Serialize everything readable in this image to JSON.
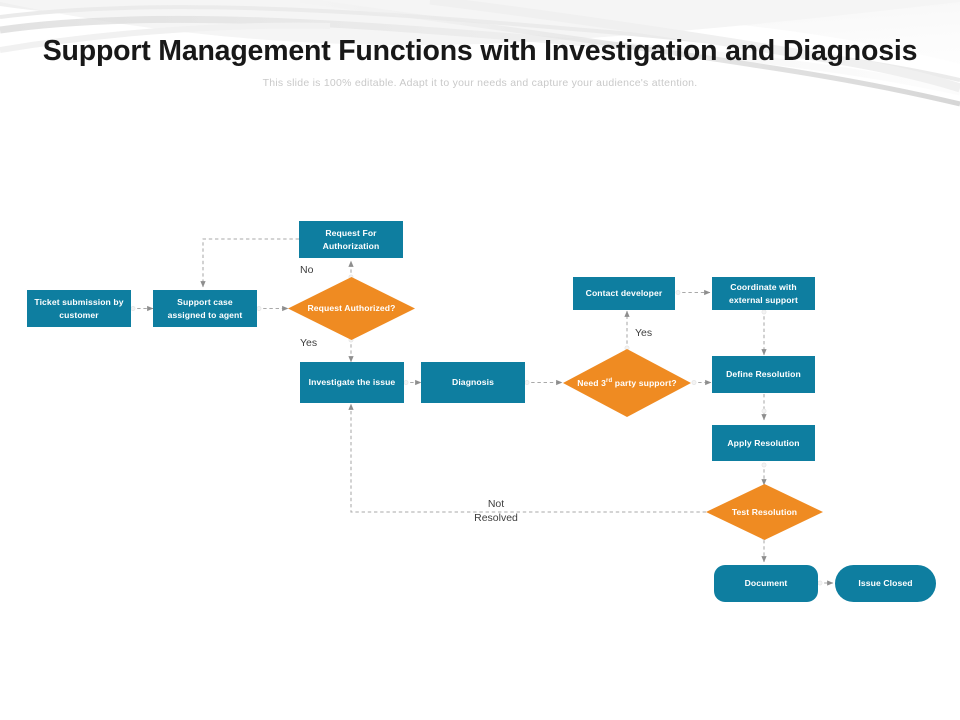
{
  "slide": {
    "title": "Support Management Functions with Investigation and Diagnosis",
    "subtitle": "This slide is 100% editable. Adapt it to your needs and capture your audience's attention."
  },
  "colors": {
    "process": "#0e7ea0",
    "decision": "#ef8b22",
    "connector": "#9a9a9a",
    "title_text": "#181818",
    "subtitle_text": "#c9c9c9",
    "label_text": "#3e3e3e",
    "background": "#ffffff"
  },
  "flowchart": {
    "nodes": [
      {
        "id": "ticket_submission",
        "label": "Ticket submission by customer",
        "shape": "rect"
      },
      {
        "id": "support_case",
        "label": "Support case assigned to agent",
        "shape": "rect"
      },
      {
        "id": "request_auth_box",
        "label": "Request For Authorization",
        "shape": "rect"
      },
      {
        "id": "request_authorized",
        "label": "Request Authorized?",
        "shape": "diamond"
      },
      {
        "id": "investigate_issue",
        "label": "Investigate the issue",
        "shape": "rect"
      },
      {
        "id": "diagnosis",
        "label": "Diagnosis",
        "shape": "rect"
      },
      {
        "id": "need_3rd_party",
        "label": "Need 3rd party support?",
        "shape": "diamond"
      },
      {
        "id": "contact_developer",
        "label": "Contact developer",
        "shape": "rect"
      },
      {
        "id": "coordinate_support",
        "label": "Coordinate with external support",
        "shape": "rect"
      },
      {
        "id": "define_resolution",
        "label": "Define Resolution",
        "shape": "rect"
      },
      {
        "id": "apply_resolution",
        "label": "Apply Resolution",
        "shape": "rect"
      },
      {
        "id": "test_resolution",
        "label": "Test Resolution",
        "shape": "diamond"
      },
      {
        "id": "document",
        "label": "Document",
        "shape": "rounded"
      },
      {
        "id": "issue_closed",
        "label": "Issue Closed",
        "shape": "pill"
      }
    ],
    "edge_labels": {
      "auth_no": "No",
      "auth_yes": "Yes",
      "third_party_yes": "Yes",
      "not_resolved": "Not\nResolved"
    }
  }
}
